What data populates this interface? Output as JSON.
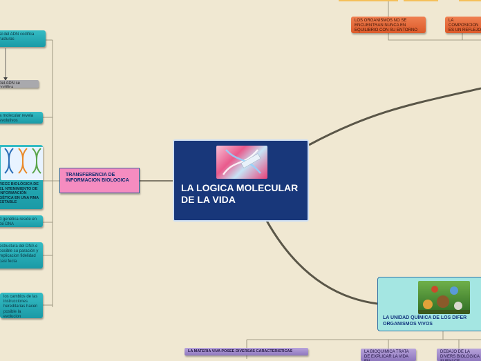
{
  "central_topic": {
    "title": "LA LOGICA MOLECULAR DE LA VIDA",
    "image_icon": "dna-syringe-image"
  },
  "left_branch": {
    "label": "TRANSFERENCIA DE INFORMACION BIOLOGICA",
    "items": [
      "al del ADN codifica ructuras",
      "del ADN se codifica",
      "a molecular revela evolutivos",
      "RECE BIOLÓGICA DE EL NTENIMIENTO DE INFORMACIÓN GÉTICA EN UNA RMA ESTABLE",
      "d genética reside en de DNA",
      "estructura del DNA e posible su paración y replicacion fidelidad casi fecta",
      "los cambios de las instrucciones hereditarias hacen posible la evolucion"
    ],
    "image_icon": "dna-helix-image"
  },
  "top_right": {
    "item_1": "LOS ORGANISMOS NO SE ENCUENTRAN NUNCA EN EQUILIBRIO CON SU ENTORNO",
    "item_2": "LA COMPOSICION ES UN REFLEJO DINAMICO"
  },
  "bottom_right": {
    "label": "LA UNIDAD QUÍMICA DE LOS DIFER ORGANISMOS VIVOS",
    "image_icon": "animals-jungle-image",
    "items": [
      "LA MATERIA VIVA POSEE DIVERSAS CARACTERISTICAS",
      "LA BIOQUIMICA TRATA DE EXPLICAR LA VIDA EN",
      "DEBAJO DE LA DIVERS BIOLÓGICA SUBYACE"
    ]
  },
  "colors": {
    "background": "#f0e8d2",
    "central_fill": "#18377a",
    "branch_line": "#5a5648",
    "teal": "#1fa6b0",
    "pink": "#f58cc0",
    "aqua": "#a4e6e2",
    "orange": "#e8673a",
    "purple": "#a792cf"
  }
}
